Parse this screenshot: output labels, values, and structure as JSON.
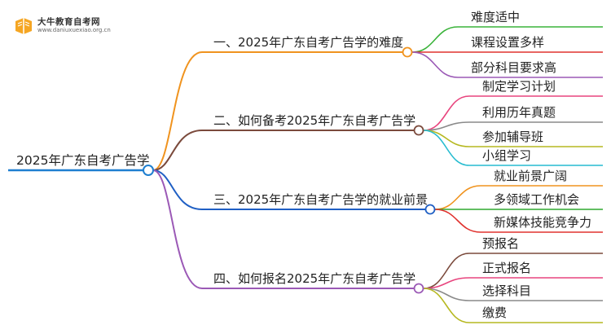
{
  "brand": {
    "name": "大牛教育自考网",
    "url": "www.daniuxuexiao.org.cn"
  },
  "mindmap": {
    "root": "2025年广东自考广告学",
    "branches": [
      {
        "label": "一、2025年广东自考广告学的难度",
        "color": "#f0931e",
        "children": [
          {
            "label": "难度适中",
            "color": "#3ab33a"
          },
          {
            "label": "课程设置多样",
            "color": "#e0322e"
          },
          {
            "label": "部分科目要求高",
            "color": "#9b59b6"
          }
        ]
      },
      {
        "label": "二、如何备考2025年广东自考广告学",
        "color": "#7b4a3c",
        "children": [
          {
            "label": "制定学习计划",
            "color": "#e8457e"
          },
          {
            "label": "利用历年真题",
            "color": "#8a8a8a"
          },
          {
            "label": "参加辅导班",
            "color": "#b6b820"
          },
          {
            "label": "小组学习",
            "color": "#27bcd0"
          }
        ]
      },
      {
        "label": "三、2025年广东自考广告学的就业前景",
        "color": "#1f5fc4",
        "children": [
          {
            "label": "就业前景广阔",
            "color": "#f0931e"
          },
          {
            "label": "多领域工作机会",
            "color": "#2fa82f"
          },
          {
            "label": "新媒体技能竞争力",
            "color": "#e0322e"
          }
        ]
      },
      {
        "label": "四、如何报名2025年广东自考广告学",
        "color": "#9b59b6",
        "children": [
          {
            "label": "预报名",
            "color": "#7b4a3c"
          },
          {
            "label": "正式报名",
            "color": "#e8457e"
          },
          {
            "label": "选择科目",
            "color": "#8a8a8a"
          },
          {
            "label": "缴费",
            "color": "#b6b820"
          }
        ]
      }
    ],
    "root_color": "#1f7fd0"
  }
}
